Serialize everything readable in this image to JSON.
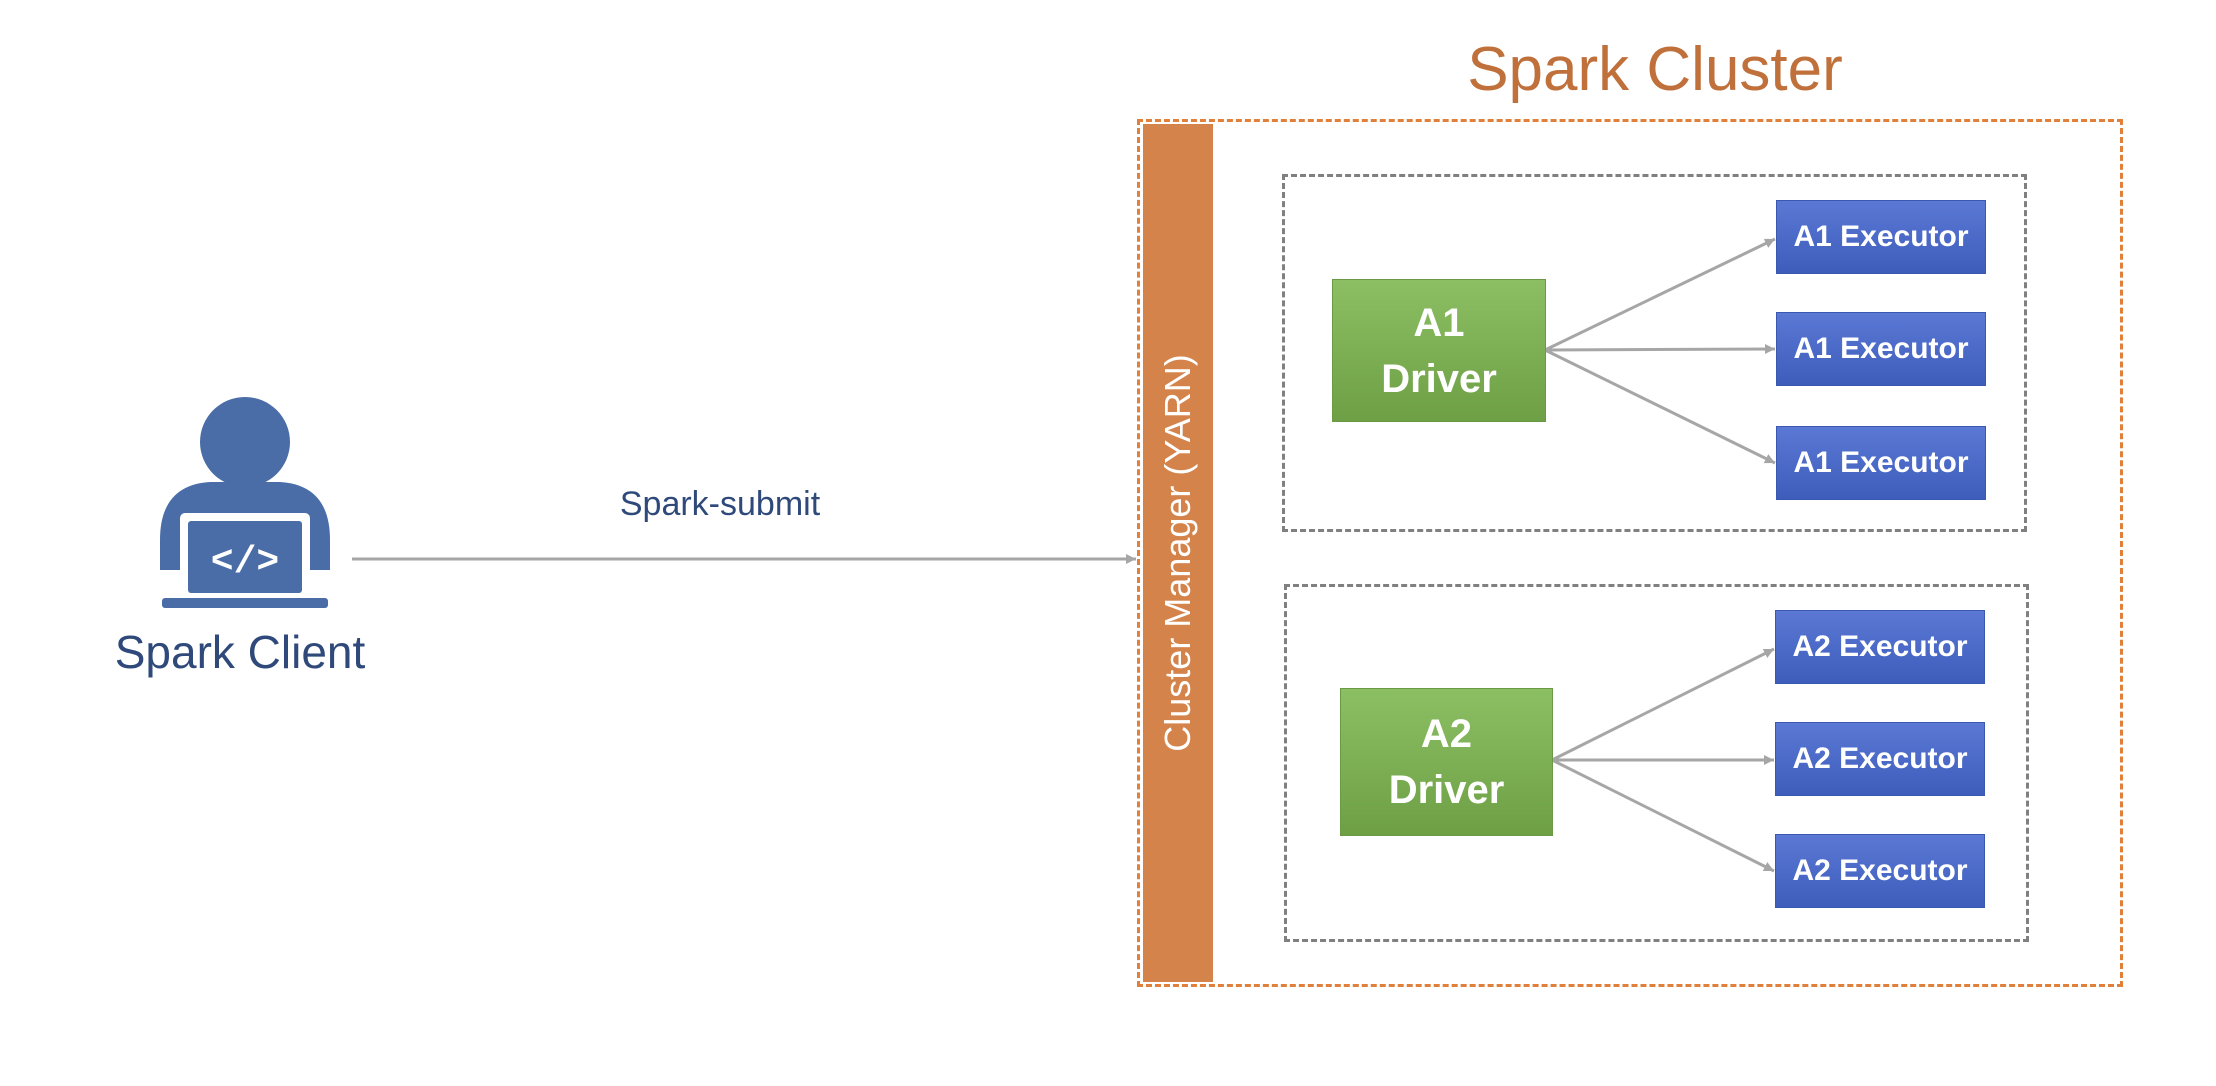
{
  "cluster": {
    "title": "Spark Cluster",
    "manager_label": "Cluster Manager (YARN)"
  },
  "client": {
    "label": "Spark Client",
    "icon": "developer-laptop-icon"
  },
  "edge_label": "Spark-submit",
  "apps": [
    {
      "driver_line1": "A1",
      "driver_line2": "Driver",
      "executors": [
        "A1 Executor",
        "A1 Executor",
        "A1 Executor"
      ]
    },
    {
      "driver_line1": "A2",
      "driver_line2": "Driver",
      "executors": [
        "A2 Executor",
        "A2 Executor",
        "A2 Executor"
      ]
    }
  ],
  "colors": {
    "title": "#c0703a",
    "manager": "#d4834a",
    "driver": "#7aab50",
    "executor": "#4a68c6",
    "client": "#4a6da7",
    "edge": "#a6a6a6"
  }
}
